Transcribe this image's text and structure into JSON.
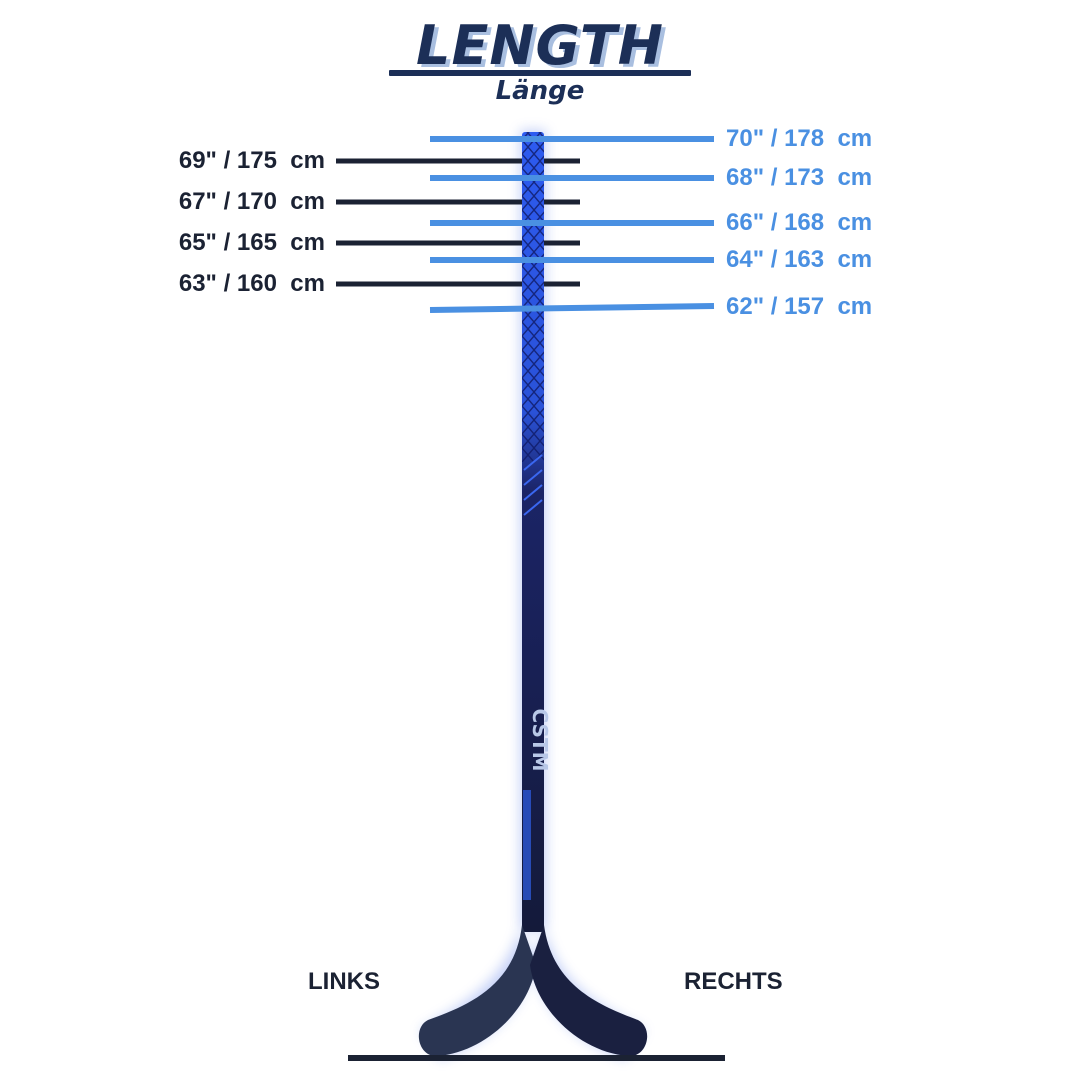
{
  "header": {
    "title": "LENGTH",
    "subtitle": "Länge"
  },
  "lengths_left": [
    {
      "label": "69\" / 175  cm"
    },
    {
      "label": "67\" / 170  cm"
    },
    {
      "label": "65\" / 165  cm"
    },
    {
      "label": "63\" / 160  cm"
    }
  ],
  "lengths_right": [
    {
      "label": "70\" / 178  cm"
    },
    {
      "label": "68\" / 173  cm"
    },
    {
      "label": "66\" / 168  cm"
    },
    {
      "label": "64\" / 163  cm"
    },
    {
      "label": "62\" / 157  cm"
    }
  ],
  "blades": {
    "left_label": "LINKS",
    "right_label": "RECHTS"
  },
  "stick": {
    "brand": "CSTM"
  },
  "colors": {
    "navy": "#1c2f57",
    "dark_line": "#1b2233",
    "light_blue": "#4a90e2",
    "stick_blue": "#2f5fe8"
  }
}
